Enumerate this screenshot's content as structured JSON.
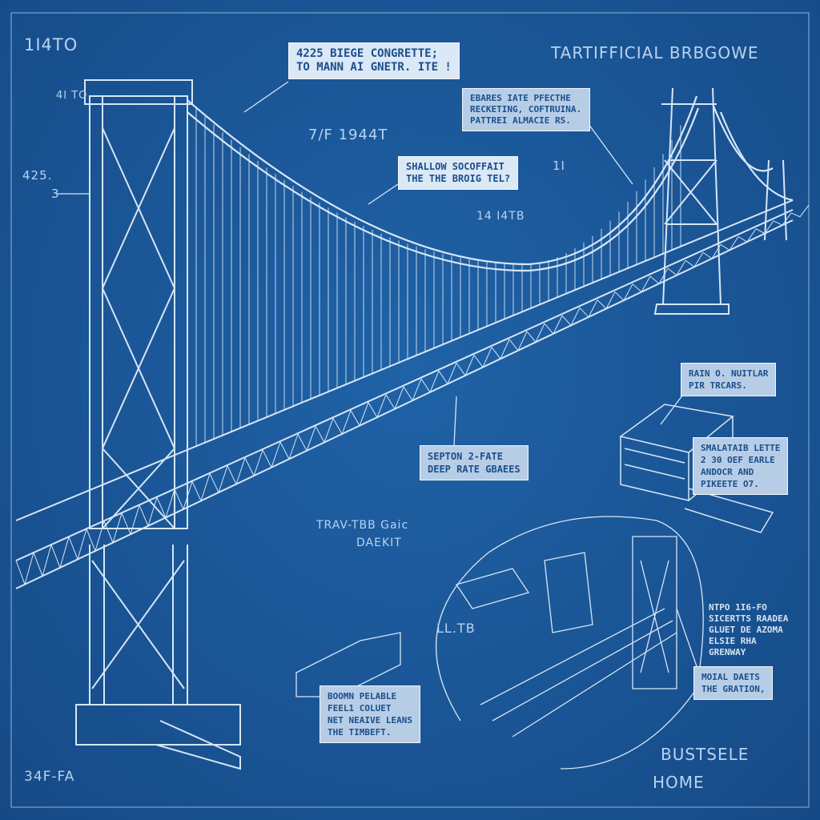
{
  "sheet": {
    "title": "TARTIFFICIAL BRBGOWE",
    "corner_top_left": "1I4TO",
    "corner_bottom_left": "34F-FA",
    "stamp": [
      "BUSTSELE",
      "HOME"
    ]
  },
  "dimension_marks": {
    "tower_top": "4I TO",
    "left_a": "425.",
    "left_b": "3",
    "mid_year": "7/F 1944T",
    "mid_small": "1I",
    "span_mark": "14 I4TB",
    "deck_note": [
      "TRAV-TBB Gaic",
      "DAEKIT"
    ],
    "detail_mark": "LL.TB"
  },
  "callouts": {
    "concrete": [
      "4225 BIEGE CONGRETTE;",
      "TO MANN AI GNETR. ITE !"
    ],
    "bracketing": [
      "EBARES IATE PFECTHE",
      "RECKETING, COFTRUINA.",
      "PATTREI ALMACIE RS."
    ],
    "shallow": [
      "SHALLOW SOCOFFAIT",
      "THE THE BROIG TEL?"
    ],
    "rain": [
      "RAIN O. NUITLAR",
      "PIR TRCARS."
    ],
    "septon": [
      "SEPTON 2-FATE",
      "DEEP RATE GBAEES"
    ],
    "anchor": [
      "SMALATAIB LETTE",
      "2 30 OEF EARLE",
      "ANDOCR AND",
      "PIKEETE O7."
    ],
    "moial": [
      "MOIAL DAETS",
      "THE GRATION,"
    ],
    "boomn": [
      "BOOMN PELABLE",
      "FEEL1 COLUET",
      "NET NEAIVE LEANS",
      "THE TIMBEFT."
    ]
  },
  "side_note": [
    "NTPO 1I6-FO",
    "SICERTTS RAADEA",
    "GLUET DE AZOMA",
    "ELSIE RHA",
    "GRENWAY"
  ],
  "colors": {
    "paper": "#1b5595",
    "line": "#d6e6f7",
    "label_bg": "#dbe8f6",
    "label_text": "#1b4f8c"
  }
}
